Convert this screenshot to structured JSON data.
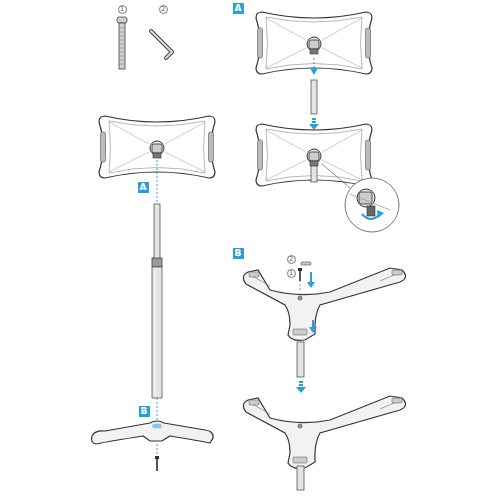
{
  "diagram": {
    "nodes": [
      {
        "text": [
          "1"
        ]
      },
      {
        "text": [
          "2"
        ]
      },
      {
        "text": [
          "A"
        ]
      },
      {
        "text": [
          "A"
        ]
      },
      {
        "text": [
          "B"
        ]
      },
      {
        "text": [
          "2"
        ]
      },
      {
        "text": [
          "1"
        ]
      },
      {
        "text": [
          "B"
        ]
      }
    ]
  }
}
